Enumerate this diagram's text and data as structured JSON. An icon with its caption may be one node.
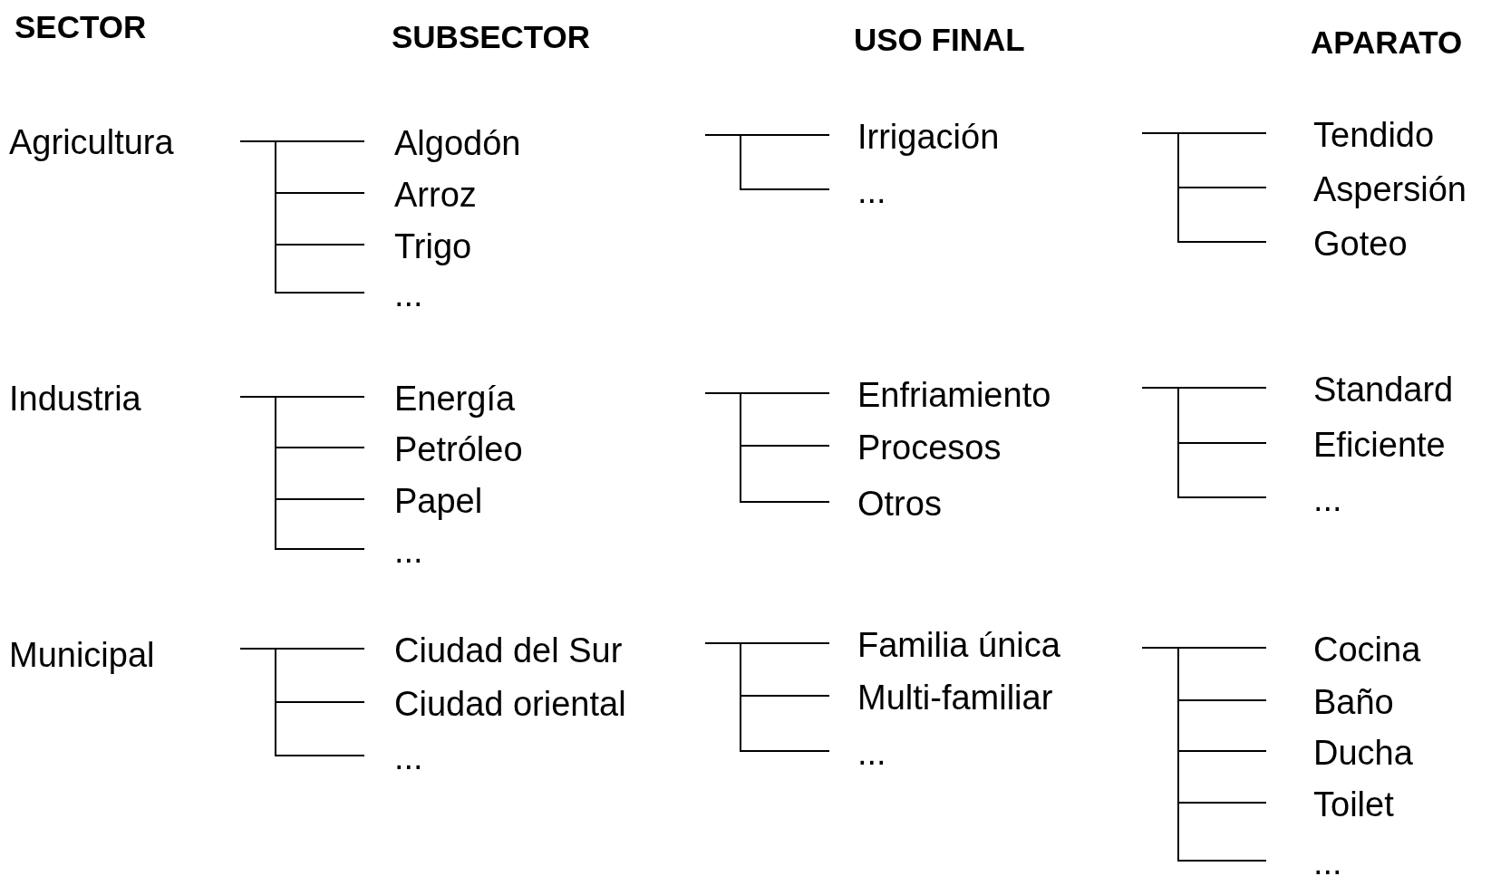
{
  "diagram": {
    "nodes": [
      {
        "text": [
          "Agricultura"
        ]
      },
      {
        "text": [
          "Algodón"
        ]
      },
      {
        "text": [
          "Arroz"
        ]
      },
      {
        "text": [
          "Trigo"
        ]
      },
      {
        "text": [
          "..."
        ]
      },
      {
        "text": [
          "Irrigación"
        ]
      },
      {
        "text": [
          "..."
        ]
      },
      {
        "text": [
          "Tendido"
        ]
      },
      {
        "text": [
          "Aspersión"
        ]
      },
      {
        "text": [
          "Goteo"
        ]
      },
      {
        "text": [
          "Industria"
        ]
      },
      {
        "text": [
          "Energía"
        ]
      },
      {
        "text": [
          "Petróleo"
        ]
      },
      {
        "text": [
          "Papel"
        ]
      },
      {
        "text": [
          "..."
        ]
      },
      {
        "text": [
          "Enfriamiento"
        ]
      },
      {
        "text": [
          "Procesos"
        ]
      },
      {
        "text": [
          "Otros"
        ]
      },
      {
        "text": [
          "Standard"
        ]
      },
      {
        "text": [
          "Eficiente"
        ]
      },
      {
        "text": [
          "..."
        ]
      },
      {
        "text": [
          "Municipal"
        ]
      },
      {
        "text": [
          "Ciudad del Sur"
        ]
      },
      {
        "text": [
          "Ciudad oriental"
        ]
      },
      {
        "text": [
          "..."
        ]
      },
      {
        "text": [
          "Familia única"
        ]
      },
      {
        "text": [
          "Multi-familiar"
        ]
      },
      {
        "text": [
          "..."
        ]
      },
      {
        "text": [
          "Cocina"
        ]
      },
      {
        "text": [
          "Baño"
        ]
      },
      {
        "text": [
          "Ducha"
        ]
      },
      {
        "text": [
          "Toilet"
        ]
      },
      {
        "text": [
          "..."
        ]
      }
    ],
    "edges": [
      {
        "from": 0,
        "to": 1,
        "arrow": "none"
      },
      {
        "from": 0,
        "to": 2,
        "arrow": "none"
      },
      {
        "from": 0,
        "to": 3,
        "arrow": "none"
      },
      {
        "from": 0,
        "to": 4,
        "arrow": "none"
      },
      {
        "from": null,
        "to": 5,
        "arrow": "none"
      },
      {
        "from": null,
        "to": 6,
        "arrow": "none"
      },
      {
        "from": null,
        "to": 7,
        "arrow": "none"
      },
      {
        "from": null,
        "to": 8,
        "arrow": "none"
      },
      {
        "from": null,
        "to": 9,
        "arrow": "none"
      },
      {
        "from": 10,
        "to": 11,
        "arrow": "none"
      },
      {
        "from": 10,
        "to": 12,
        "arrow": "none"
      },
      {
        "from": 10,
        "to": 13,
        "arrow": "none"
      },
      {
        "from": 10,
        "to": 14,
        "arrow": "none"
      },
      {
        "from": null,
        "to": 15,
        "arrow": "none"
      },
      {
        "from": null,
        "to": 16,
        "arrow": "none"
      },
      {
        "from": null,
        "to": 17,
        "arrow": "none"
      },
      {
        "from": null,
        "to": 18,
        "arrow": "none"
      },
      {
        "from": null,
        "to": 19,
        "arrow": "none"
      },
      {
        "from": null,
        "to": 20,
        "arrow": "none"
      },
      {
        "from": 21,
        "to": 22,
        "arrow": "none"
      },
      {
        "from": 21,
        "to": 23,
        "arrow": "none"
      },
      {
        "from": 21,
        "to": 24,
        "arrow": "none"
      },
      {
        "from": null,
        "to": 25,
        "arrow": "none"
      },
      {
        "from": null,
        "to": 26,
        "arrow": "none"
      },
      {
        "from": null,
        "to": 27,
        "arrow": "none"
      },
      {
        "from": null,
        "to": 28,
        "arrow": "none"
      },
      {
        "from": null,
        "to": 29,
        "arrow": "none"
      },
      {
        "from": null,
        "to": 30,
        "arrow": "none"
      },
      {
        "from": null,
        "to": 31,
        "arrow": "none"
      },
      {
        "from": null,
        "to": 32,
        "arrow": "none"
      }
    ],
    "labels": [
      "SECTOR",
      "SUBSECTOR",
      "USO FINAL",
      "APARATO"
    ]
  }
}
